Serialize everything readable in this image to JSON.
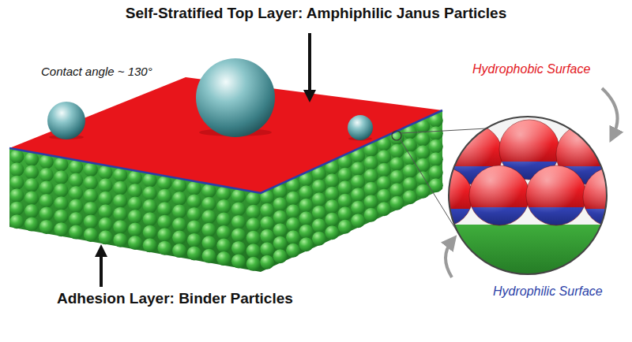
{
  "diagram": {
    "labels": [
      "Self-Stratified Top Layer: Amphiphilic Janus Particles",
      "Contact angle ~ 130°",
      "Hydrophobic Surface",
      "Hydrophilic Surface",
      "Adhesion Layer: Binder Particles"
    ]
  }
}
